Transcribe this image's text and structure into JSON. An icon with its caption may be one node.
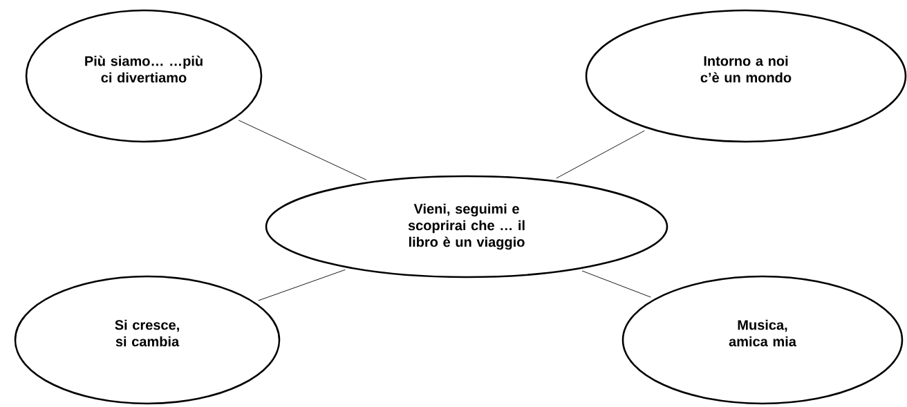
{
  "diagram": {
    "nodes": [
      {
        "text": [
          "Più siamo… …più ci divertiamo"
        ]
      },
      {
        "text": [
          "Intorno a noi c’è un mondo"
        ]
      },
      {
        "text": [
          "Vieni, seguimi e scoprirai che … il libro è un viaggio"
        ]
      },
      {
        "text": [
          "Si cresce, si cambia"
        ]
      },
      {
        "text": [
          "Musica, amica mia"
        ]
      }
    ],
    "edges": [
      {
        "from": 2,
        "to": 0,
        "arrow": "none"
      },
      {
        "from": 2,
        "to": 1,
        "arrow": "none"
      },
      {
        "from": 2,
        "to": 3,
        "arrow": "none"
      },
      {
        "from": 2,
        "to": 4,
        "arrow": "none"
      }
    ]
  }
}
